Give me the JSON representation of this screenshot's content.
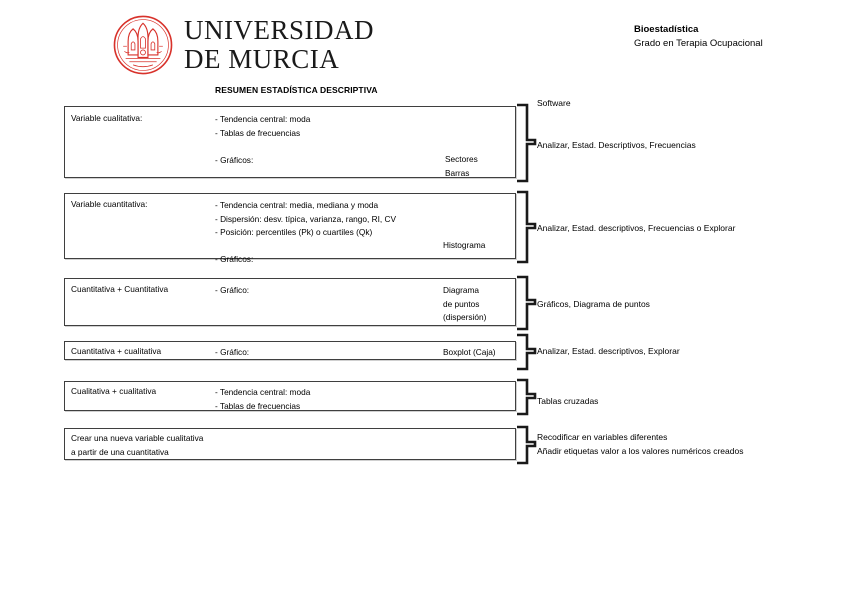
{
  "header": {
    "university_line1": "UNIVERSIDAD",
    "university_line2": "DE MURCIA",
    "seal_name": "university-of-murcia-seal",
    "seal_color": "#D8322B",
    "subject": "Bioestadística",
    "degree": "Grado en Terapia Ocupacional"
  },
  "document": {
    "title": "RESUMEN ESTADÍSTICA DESCRIPTIVA",
    "software_column_header": "Software"
  },
  "rows": [
    {
      "label": "Variable cualitativa:",
      "items": [
        "- Tendencia central: moda",
        "- Tablas de frecuencias",
        "- Gráficos:"
      ],
      "right_items": [
        "Sectores",
        "Barras"
      ],
      "note": [
        "Analizar, Estad. Descriptivos, Frecuencias"
      ]
    },
    {
      "label": "Variable cuantitativa:",
      "items": [
        "- Tendencia central: media, mediana y moda",
        "- Dispersión: desv. típica, varianza, rango, RI, CV",
        "- Posición: percentiles (Pk) o cuartiles (Qk)",
        "- Gráficos:"
      ],
      "right_items": [
        "Histograma"
      ],
      "note": [
        "Analizar, Estad. descriptivos, Frecuencias o Explorar"
      ]
    },
    {
      "label": "Cuantitativa + Cuantitativa",
      "items": [
        "- Gráfico:"
      ],
      "right_items": [
        "Diagrama",
        "de puntos",
        "(dispersión)"
      ],
      "note": [
        "Gráficos, Diagrama de puntos"
      ]
    },
    {
      "label": "Cuantitativa + cualitativa",
      "items": [
        "- Gráfico:"
      ],
      "right_items": [
        "Boxplot (Caja)"
      ],
      "note": [
        "Analizar, Estad. descriptivos, Explorar"
      ]
    },
    {
      "label": "Cualitativa + cualitativa",
      "items": [
        "- Tendencia central: moda",
        "- Tablas de frecuencias"
      ],
      "right_items": [],
      "note": [
        "Tablas cruzadas"
      ]
    },
    {
      "label": "Crear una nueva variable cualitativa",
      "label_line2": "a partir de una cuantitativa",
      "items": [],
      "right_items": [],
      "note": [
        "Recodificar en variables diferentes",
        "Añadir etiquetas valor a los valores numéricos creados"
      ]
    }
  ]
}
